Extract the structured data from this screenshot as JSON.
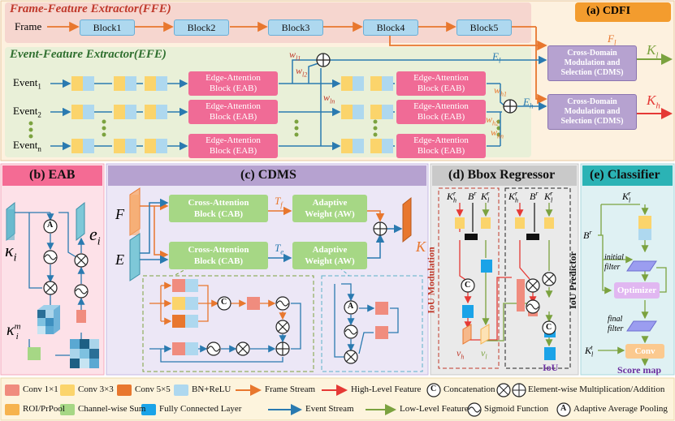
{
  "ffe": {
    "title": "Frame-Feature Extractor(FFE)",
    "input": "Frame",
    "blocks": [
      "Block1",
      "Block2",
      "Block3",
      "Block4",
      "Block5"
    ],
    "fl": "F",
    "fl_sub": "l"
  },
  "cdfi": {
    "label": "(a)  CDFI"
  },
  "efe": {
    "title": "Event-Feature Extractor(EFE)",
    "inputs": [
      "Event",
      "Event",
      "Event"
    ],
    "input_subs": [
      "1",
      "2",
      "n"
    ],
    "eab_label": "Edge-Attention\nBlock (EAB)",
    "w_l1": "w",
    "w_l1_sub": "l1",
    "w_l2": "w",
    "w_l2_sub": "l2",
    "w_ln": "w",
    "w_ln_sub": "ln",
    "w_h1": "w",
    "w_h1_sub": "h1",
    "w_h2": "w",
    "w_h2_sub": "h2",
    "w_hn": "w",
    "w_hn_sub": "hn",
    "el": "E",
    "el_sub": "l",
    "eh": "E",
    "eh_sub": "h"
  },
  "cdms_box": {
    "label": "Cross-Domain\nModulation and\nSelection (CDMS)",
    "out_l": "K",
    "out_l_sub": "l",
    "out_h": "K",
    "out_h_sub": "h"
  },
  "eab_panel": {
    "title": "(b)  EAB",
    "k": "κ",
    "k_sub": "i",
    "e": "e",
    "e_sub": "i",
    "km": "κ",
    "km_sup": "m",
    "km_sub": "i",
    "a": "A"
  },
  "cdms_panel": {
    "title": "(c)  CDMS",
    "f": "F",
    "e": "E",
    "cab": "Cross-Attention\nBlock (CAB)",
    "aw": "Adaptive\nWeight (AW)",
    "tf": "T",
    "tf_sub": "f",
    "te": "T",
    "te_sub": "e",
    "k": "K",
    "c": "C",
    "a": "A"
  },
  "bbox_panel": {
    "title": "(d)  Bbox Regressor",
    "kh": "K",
    "kh_sup": "r",
    "kh_sub": "h",
    "b": "B",
    "b_sup": "r",
    "kl": "K",
    "kl_sup": "r",
    "kl_sub": "l",
    "iou_mod": "IoU Modulation",
    "iou_pred": "IoU Predictor",
    "vh": "v",
    "vh_sub": "h",
    "vl": "v",
    "vl_sub": "l",
    "iou": "IoU",
    "c": "C"
  },
  "classifier_panel": {
    "title": "(e)  Classifier",
    "kl_r": "K",
    "kl_r_sup": "r",
    "kl_r_sub": "l",
    "br": "B",
    "br_sup": "r",
    "initial": "initial",
    "filter": "filter",
    "optimizer": "Optimizer",
    "final": "final",
    "kl_t": "K",
    "kl_t_sup": "t",
    "kl_t_sub": "l",
    "conv": "Conv",
    "score": "Score map"
  },
  "legend": {
    "items": [
      "Conv 1×1",
      "Conv 3×3",
      "Conv 5×5",
      "BN+ReLU",
      "Frame Stream",
      "High-Level Feature",
      "Concatenation",
      "Element-wise Multiplication/Addition",
      "ROI/PrPool",
      "Channel-wise Sum",
      "Fully Connected Layer",
      "Event Stream",
      "Low-Level Feature",
      "Sigmoid Function",
      "Adaptive Average Pooling"
    ],
    "c_glyph": "C",
    "a_glyph": "A"
  },
  "colors": {
    "conv1": "#f08c7e",
    "conv3": "#fbd46b",
    "conv5": "#e8772e",
    "bnrelu": "#aed8ef",
    "roi": "#f6b34e",
    "chsum": "#a6d785",
    "fc": "#1aa3e8",
    "frame": "#e8772e",
    "high": "#e53935",
    "event": "#2a7ab0",
    "low": "#7ba23f"
  }
}
